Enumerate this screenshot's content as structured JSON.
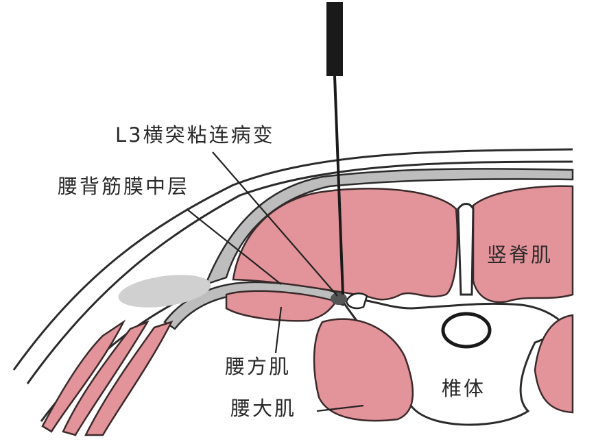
{
  "diagram": {
    "labels": {
      "l3_lesion": "L3横突粘连病变",
      "thoracolumbar_fascia_middle": "腰背筋膜中层",
      "erector_spinae": "竖脊肌",
      "quadratus_lumborum": "腰方肌",
      "psoas_major": "腰大肌",
      "vertebral_body": "椎体"
    },
    "colors": {
      "muscle": "#e3939a",
      "fascia": "#bdbdbd",
      "outline": "#2b2b2b",
      "needle": "#1a1a1a"
    }
  }
}
